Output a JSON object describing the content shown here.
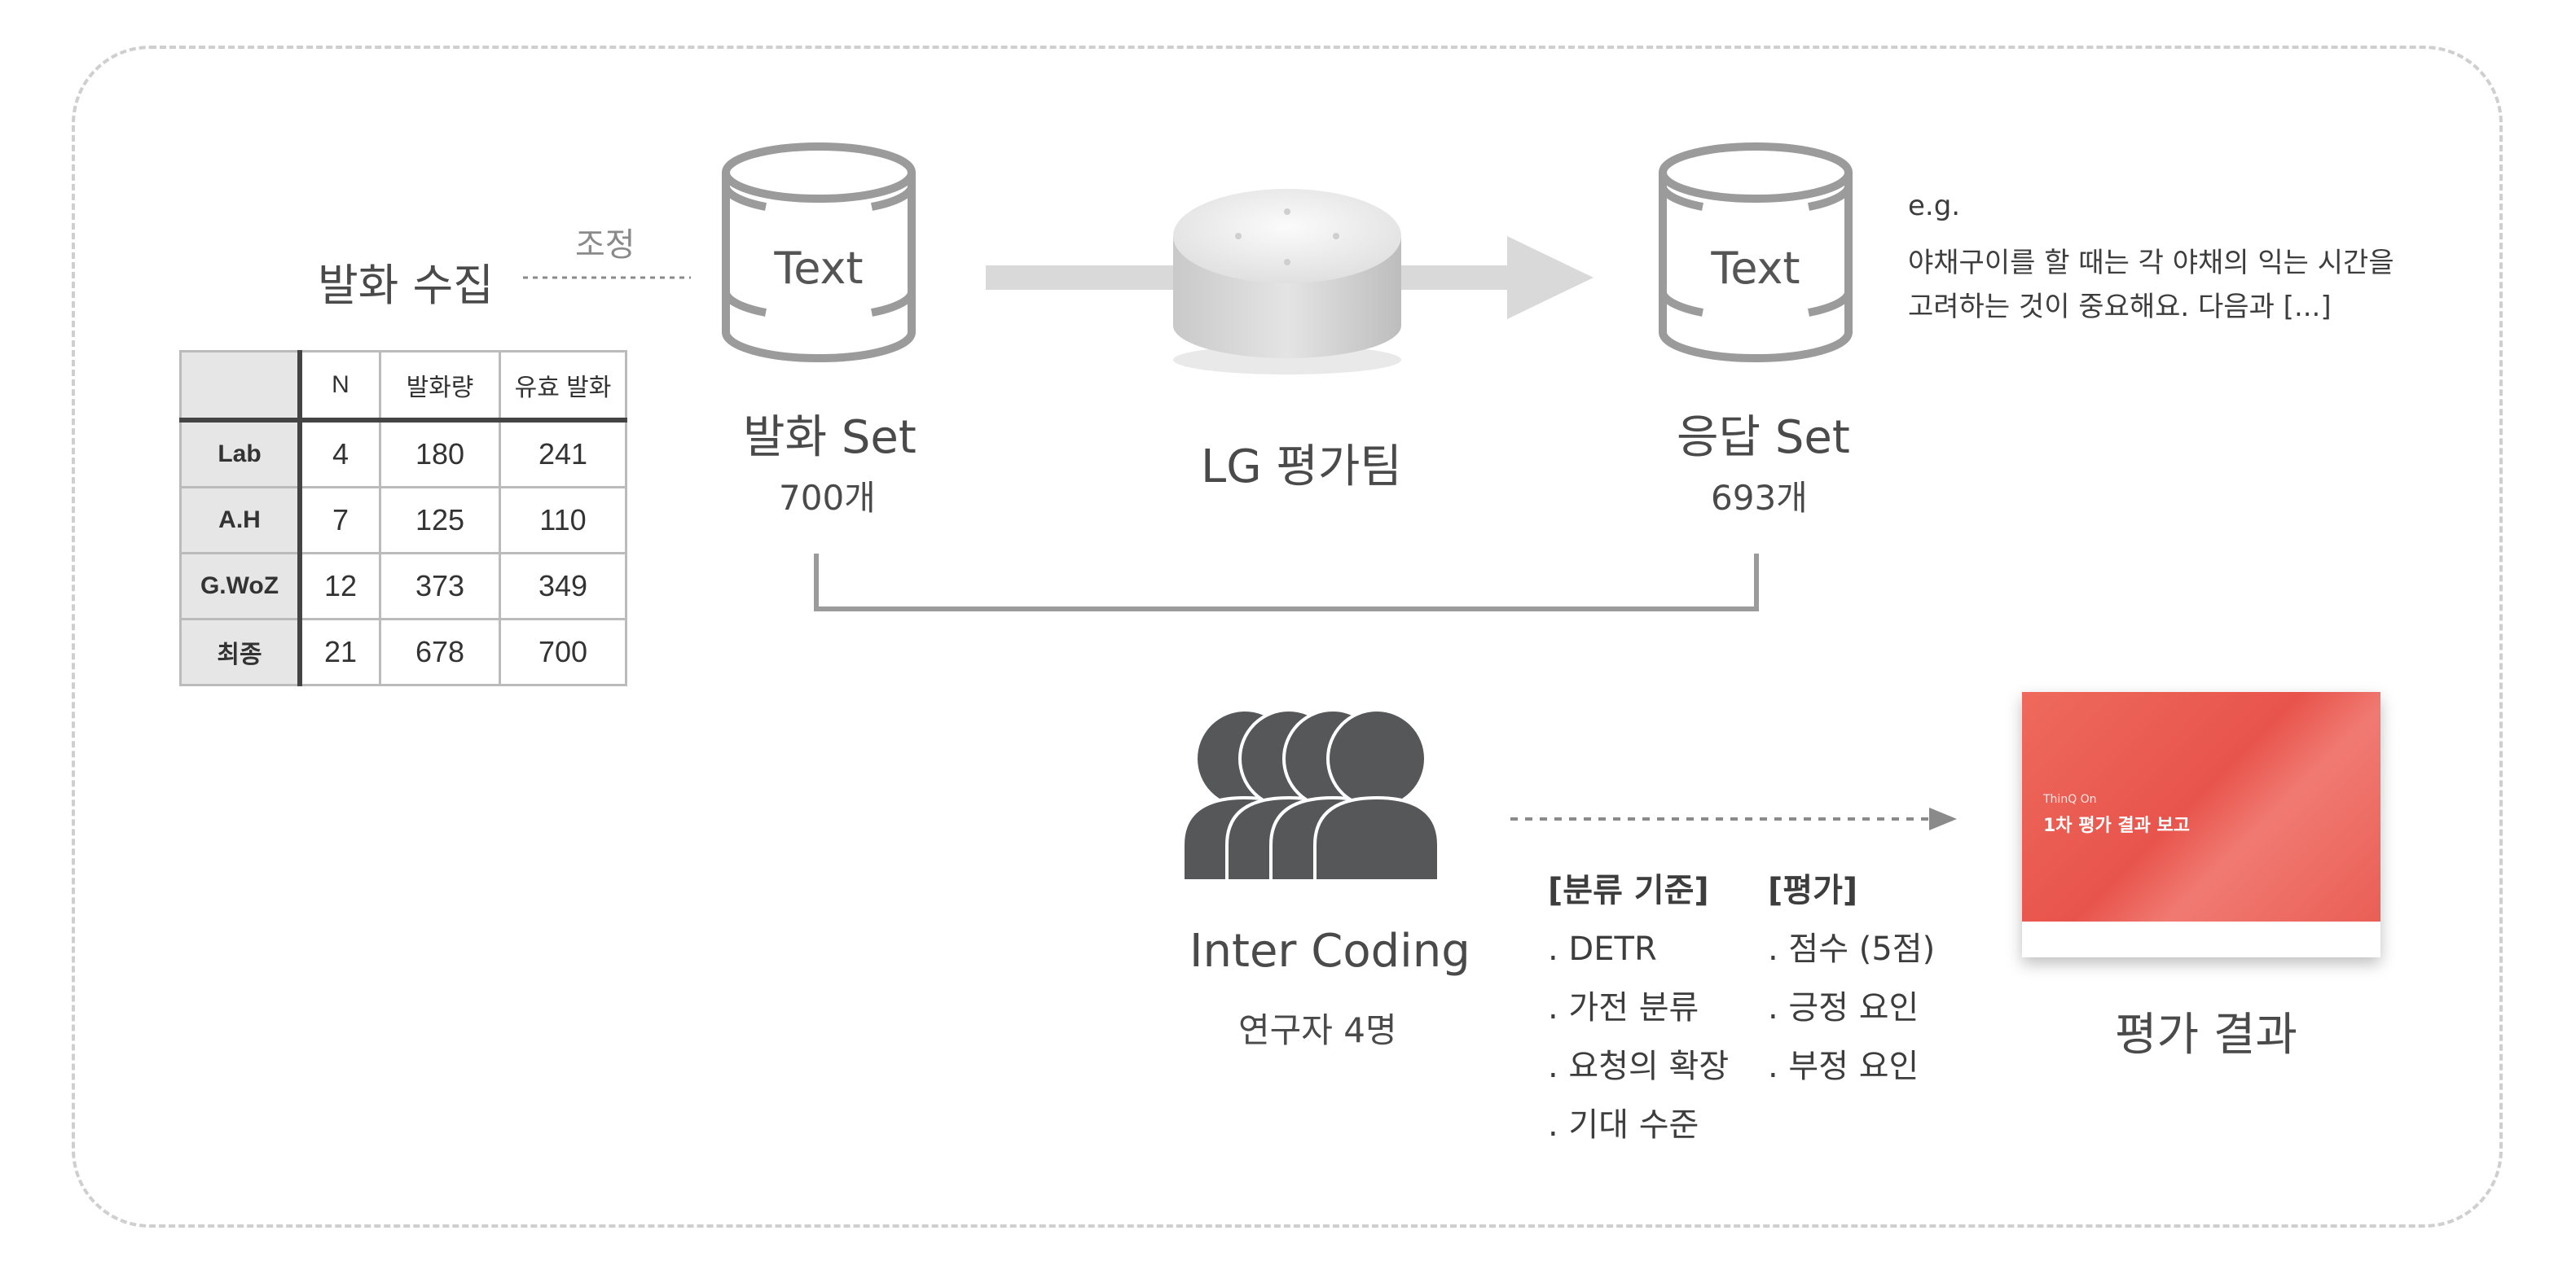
{
  "collection": {
    "title": "발화 수집",
    "adjust_label": "조정",
    "table": {
      "columns": [
        "N",
        "발화량",
        "유효 발화"
      ],
      "rows": [
        {
          "label": "Lab",
          "cells": [
            "4",
            "180",
            "241"
          ]
        },
        {
          "label": "A.H",
          "cells": [
            "7",
            "125",
            "110"
          ]
        },
        {
          "label": "G.WoZ",
          "cells": [
            "12",
            "373",
            "349"
          ]
        },
        {
          "label": "최종",
          "cells": [
            "21",
            "678",
            "700"
          ]
        }
      ]
    }
  },
  "utterance_db": {
    "icon_text": "Text",
    "title": "발화 Set",
    "count": "700개"
  },
  "speaker": {
    "title": "LG 평가팀"
  },
  "response_db": {
    "icon_text": "Text",
    "title": "응답 Set",
    "count": "693개"
  },
  "example": {
    "label": "e.g.",
    "line1": "야채구이를 할 때는 각 야채의 익는 시간을",
    "line2": "고려하는 것이 중요해요. 다음과 [...]"
  },
  "coding": {
    "title": "Inter Coding",
    "subtitle": "연구자 4명"
  },
  "criteria": {
    "heading": "[분류 기준]",
    "items": [
      ". DETR",
      ". 가전 분류",
      ". 요청의 확장",
      ". 기대 수준"
    ]
  },
  "evaluation": {
    "heading": "[평가]",
    "items": [
      ". 점수 (5점)",
      ". 긍정 요인",
      ". 부정 요인"
    ]
  },
  "report": {
    "kicker": "ThinQ On",
    "title": "1차 평가 결과 보고",
    "caption": "평가 결과"
  },
  "colors": {
    "arrow": "#d9d9d9",
    "line": "#9b9b9b",
    "icon": "#555759",
    "report": "#e8544c"
  }
}
